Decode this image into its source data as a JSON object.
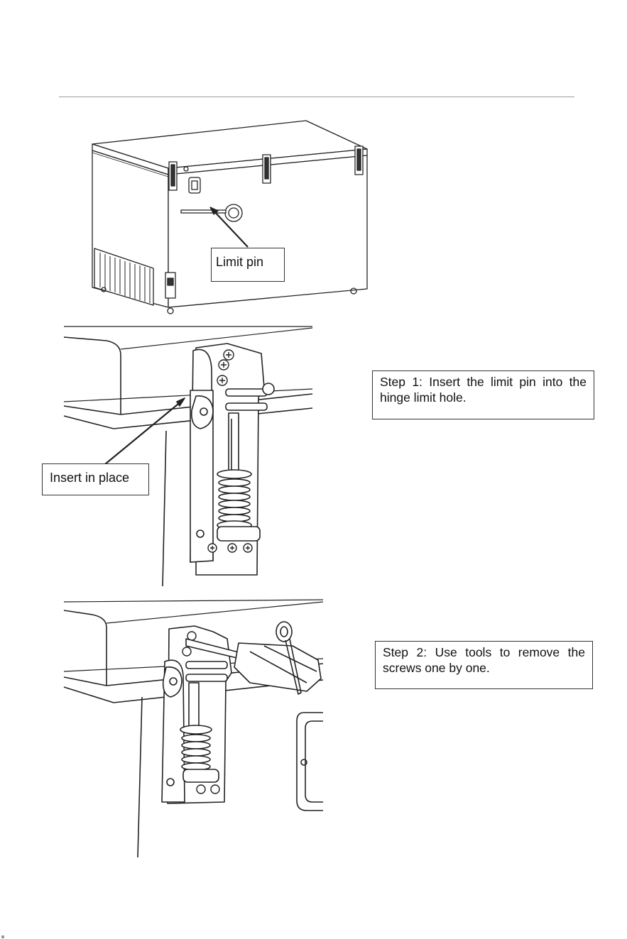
{
  "figure1": {
    "callout": "Limit pin"
  },
  "figure2": {
    "callout": "Insert in place",
    "step": "Step 1: Insert the limit pin into the hinge limit hole."
  },
  "figure3": {
    "step": "Step 2: Use tools to remove the screws one by one."
  }
}
